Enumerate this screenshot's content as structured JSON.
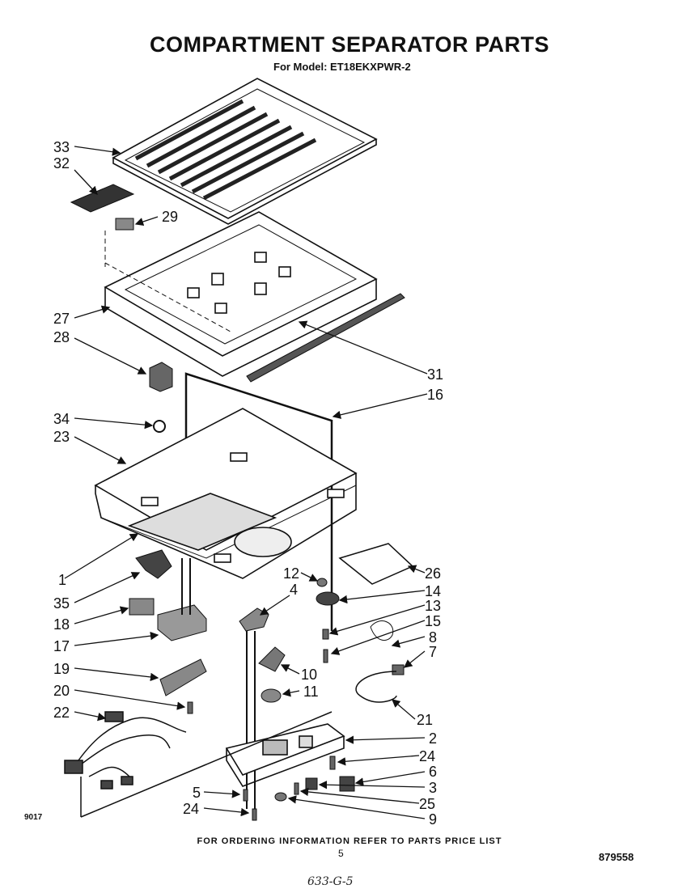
{
  "header": {
    "title": "COMPARTMENT SEPARATOR PARTS",
    "subtitle": "For Model: ET18EKXPWR-2"
  },
  "footer": {
    "ordering_note": "FOR ORDERING INFORMATION REFER TO PARTS PRICE LIST",
    "page_number": "5",
    "document_number": "879558",
    "diagram_code": "9017",
    "handwritten_note": "633-G-5"
  },
  "callouts": [
    "33",
    "32",
    "29",
    "27",
    "28",
    "31",
    "16",
    "34",
    "23",
    "1",
    "35",
    "18",
    "17",
    "19",
    "20",
    "22",
    "12",
    "4",
    "26",
    "14",
    "13",
    "15",
    "8",
    "7",
    "10",
    "11",
    "21",
    "2",
    "24",
    "6",
    "3",
    "25",
    "9",
    "5",
    "24"
  ]
}
